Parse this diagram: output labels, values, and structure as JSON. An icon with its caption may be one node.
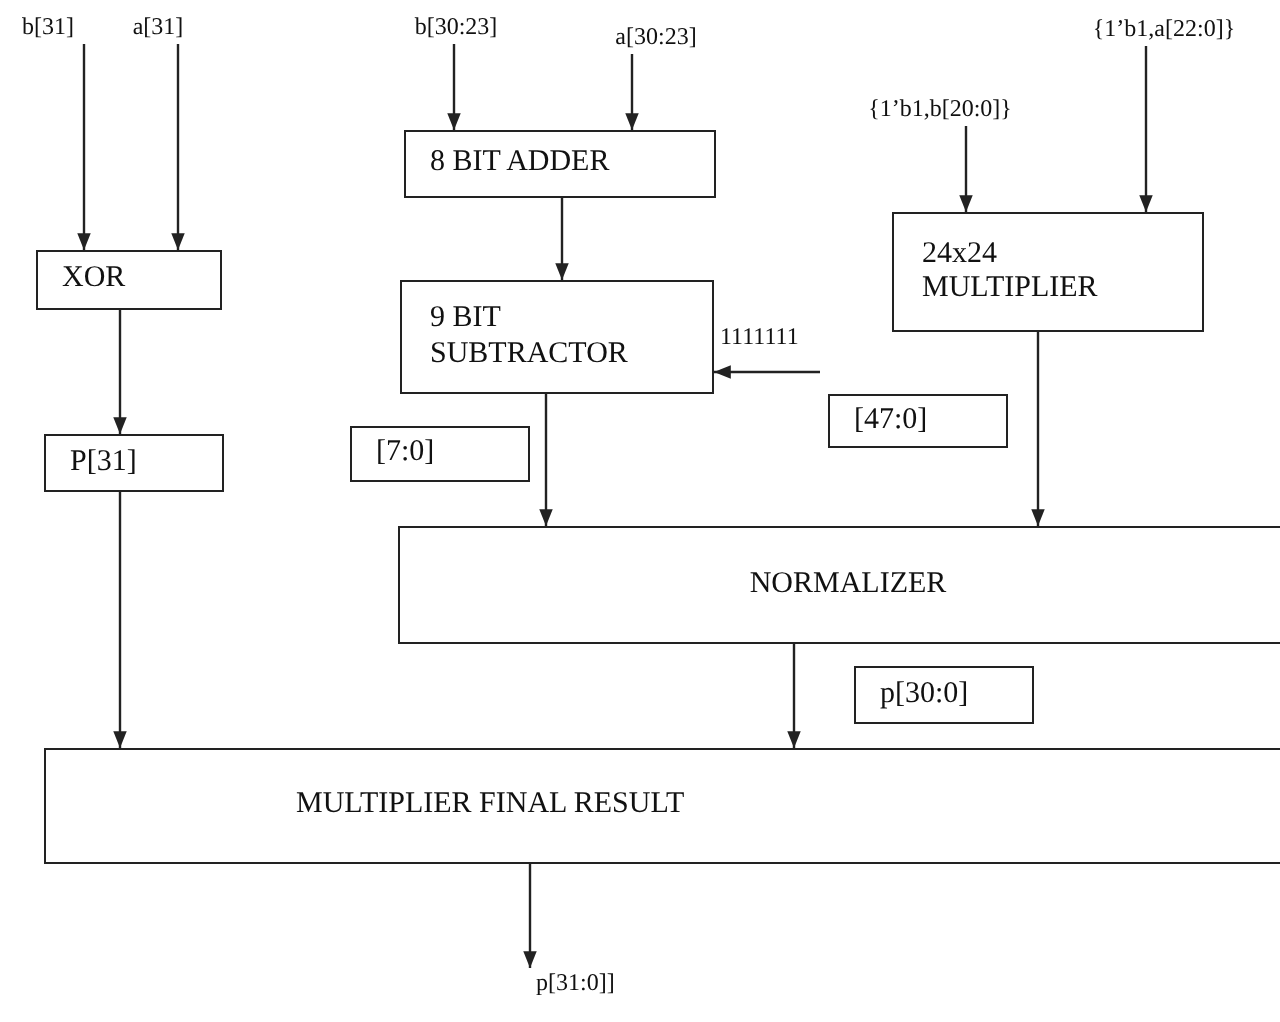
{
  "diagram": {
    "nodes": [
      {
        "text": [
          "b[31]"
        ]
      },
      {
        "text": [
          "a[31]"
        ]
      },
      {
        "text": [
          "XOR"
        ]
      },
      {
        "text": [
          "P[31]"
        ]
      },
      {
        "text": [
          "b[30:23]"
        ]
      },
      {
        "text": [
          "a[30:23]"
        ]
      },
      {
        "text": [
          "8 BIT ADDER"
        ]
      },
      {
        "text": [
          "9 BIT SUBTRACTOR"
        ]
      },
      {
        "text": [
          "{1’b1,b[20:0]}"
        ]
      },
      {
        "text": [
          "{1’b1,a[22:0]}"
        ]
      },
      {
        "text": [
          "24x24 MULTIPLIER"
        ]
      },
      {
        "text": [
          "[7:0]"
        ]
      },
      {
        "text": [
          "[47:0]"
        ]
      },
      {
        "text": [
          "NORMALIZER"
        ]
      },
      {
        "text": [
          "p[30:0]"
        ]
      },
      {
        "text": [
          "MULTIPLIER FINAL RESULT"
        ]
      },
      {
        "text": [
          "p[31:0]]"
        ]
      },
      {
        "text": [
          "1111111"
        ]
      }
    ],
    "edges": [
      {
        "from": 0,
        "to": 2,
        "arrow": "to"
      },
      {
        "from": 1,
        "to": 2,
        "arrow": "to"
      },
      {
        "from": 2,
        "to": 3,
        "arrow": "to"
      },
      {
        "from": 3,
        "to": 15,
        "arrow": "to"
      },
      {
        "from": 4,
        "to": 6,
        "arrow": "to"
      },
      {
        "from": 5,
        "to": 6,
        "arrow": "to"
      },
      {
        "from": 6,
        "to": 7,
        "arrow": "to"
      },
      {
        "from": 17,
        "to": 7,
        "arrow": "to"
      },
      {
        "from": 8,
        "to": 10,
        "arrow": "to"
      },
      {
        "from": 9,
        "to": 10,
        "arrow": "to"
      },
      {
        "from": 7,
        "to": 13,
        "arrow": "to"
      },
      {
        "from": 10,
        "to": 13,
        "arrow": "to"
      },
      {
        "from": 13,
        "to": 15,
        "arrow": "to"
      },
      {
        "from": 15,
        "to": 16,
        "arrow": "to"
      }
    ]
  }
}
